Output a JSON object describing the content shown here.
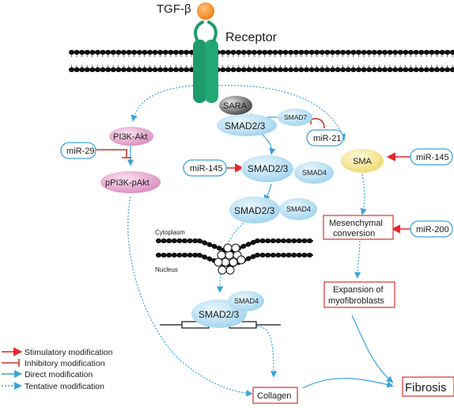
{
  "ligand": "TGF-β",
  "receptor": "Receptor",
  "sara": "SARA",
  "smad23": "SMAD2/3",
  "smad7": "SMAD7",
  "smad4": "SMAD4",
  "pi3k_akt": "PI3K-Akt",
  "ppi3k_pakt": "pPI3K-pAkt",
  "sma": "SMA",
  "mirs": {
    "mir29": "miR-29",
    "mir21": "miR-21",
    "mir145": "miR-145",
    "mir200": "miR-200"
  },
  "compartments": {
    "cytoplasm": "Cytoplasm",
    "nucleus": "Nucleus"
  },
  "outcomes": {
    "mesenchymal_line1": "Mesenchymal",
    "mesenchymal_line2": "conversion",
    "expansion_line1": "Expansion of",
    "expansion_line2": "myofibroblasts",
    "collagen": "Collagen",
    "fibrosis": "Fibrosis"
  },
  "legend": {
    "stimulatory": "Stimulatory modification",
    "inhibitory": "Inhibitory modification",
    "direct": "Direct modification",
    "tentative": "Tentative modification"
  },
  "colors": {
    "stimulatory": "#e5262d",
    "inhibitory": "#c0392b",
    "direct": "#3aa3d8",
    "tentative": "#3aa3d8",
    "receptor": "#1f9a6a",
    "ligand": "#f08a1c",
    "smad_fill": "#bfe3f4",
    "pi3k_fill": "#e7a8d0",
    "sma_fill": "#f5e79a",
    "box_border": "#d93030"
  }
}
